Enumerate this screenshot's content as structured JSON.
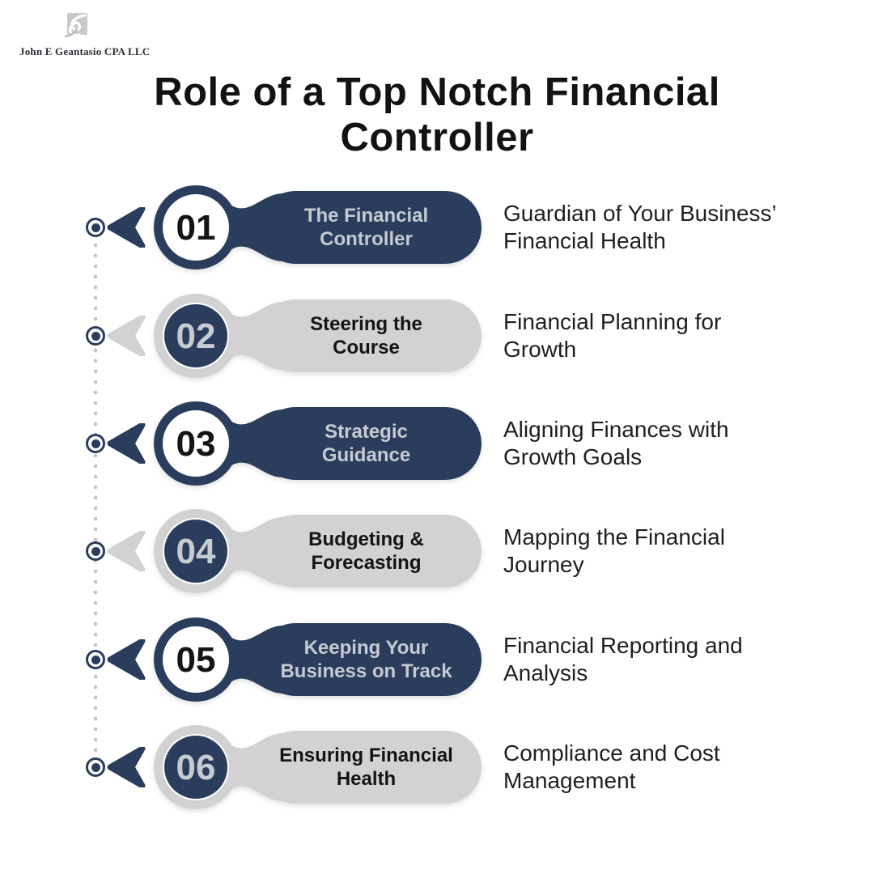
{
  "brand": {
    "name": "John E Geantasio CPA LLC"
  },
  "title": "Role of a Top Notch Financial\nController",
  "colors": {
    "navy": "#2b3d5c",
    "gray": "#d2d2d2",
    "light_text": "#c6cad1",
    "dark_text": "#141414",
    "background": "#ffffff"
  },
  "items": [
    {
      "number": "01",
      "label": "The Financial\nController",
      "description": "Guardian of Your Business’\nFinancial Health"
    },
    {
      "number": "02",
      "label": "Steering the\nCourse",
      "description": "Financial Planning for\nGrowth"
    },
    {
      "number": "03",
      "label": "Strategic\nGuidance",
      "description": "Aligning Finances with\nGrowth Goals"
    },
    {
      "number": "04",
      "label": "Budgeting &\nForecasting",
      "description": "Mapping the Financial\nJourney"
    },
    {
      "number": "05",
      "label": "Keeping Your\nBusiness on Track",
      "description": "Financial Reporting and\nAnalysis"
    },
    {
      "number": "06",
      "label": "Ensuring Financial\nHealth",
      "description": "Compliance and Cost\nManagement"
    }
  ]
}
